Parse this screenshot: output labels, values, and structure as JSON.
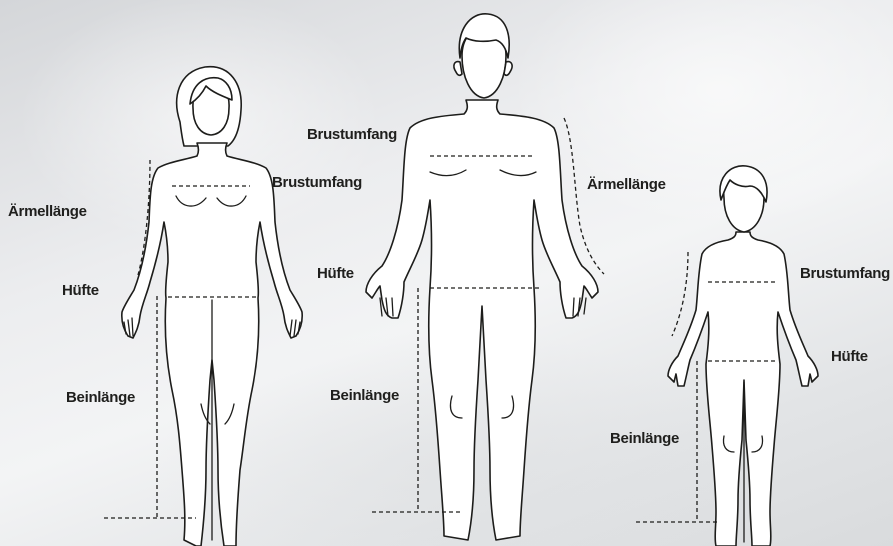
{
  "figures": {
    "woman": {
      "chest_label": "Brustumfang",
      "sleeve_label": "Ärmellänge",
      "hip_label": "Hüfte",
      "leg_label": "Beinlänge"
    },
    "man": {
      "chest_label": "Brustumfang",
      "sleeve_label": "Ärmellänge",
      "hip_label": "Hüfte",
      "leg_label": "Beinlänge"
    },
    "child": {
      "chest_label": "Brustumfang",
      "hip_label": "Hüfte",
      "leg_label": "Beinlänge"
    }
  },
  "colors": {
    "line": "#1d1d1b",
    "figure_fill": "#ffffff",
    "text": "#1f1f1d"
  }
}
